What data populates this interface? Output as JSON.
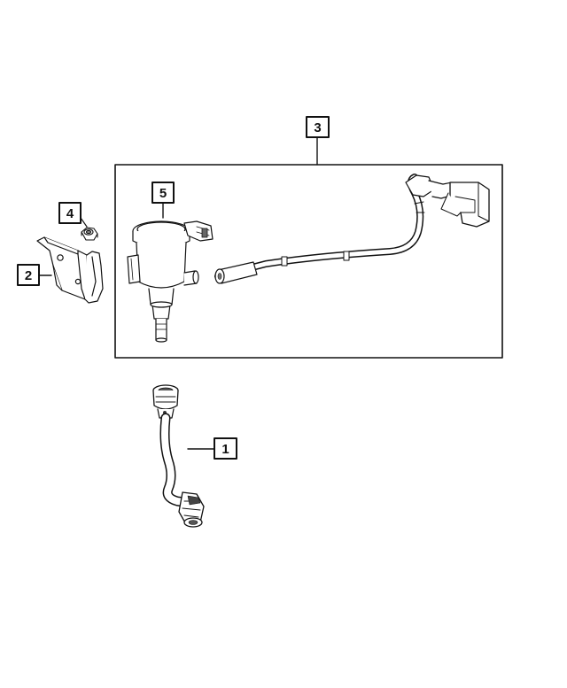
{
  "colors": {
    "line": "#111111",
    "fill": "#ffffff",
    "shade": "#d9d9d9",
    "dark": "#555555"
  },
  "callouts": {
    "c1": "1",
    "c2": "2",
    "c3": "3",
    "c4": "4",
    "c5": "5"
  }
}
